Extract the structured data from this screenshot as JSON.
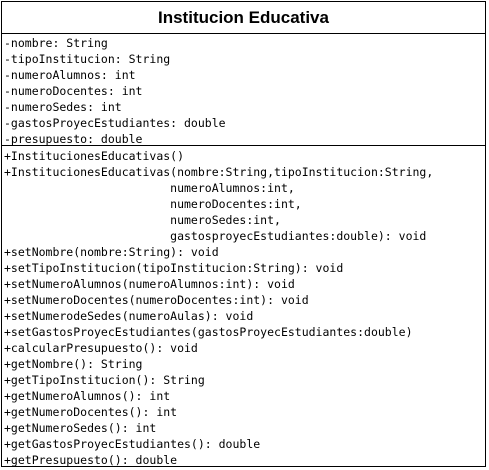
{
  "class_name": "Institucion Educativa",
  "attributes": [
    "-nombre: String",
    "-tipoInstitucion: String",
    "-numeroAlumnos: int",
    "-numeroDocentes: int",
    "-numeroSedes: int",
    "-gastosProyecEstudiantes: double",
    "-presupuesto: double"
  ],
  "operations": [
    "+InstitucionesEducativas()",
    "+InstitucionesEducativas(nombre:String,tipoInstitucion:String,",
    "                        numeroAlumnos:int,",
    "                        numeroDocentes:int,",
    "                        numeroSedes:int,",
    "                        gastosproyecEstudiantes:double): void",
    "+setNombre(nombre:String): void",
    "+setTipoInstitucion(tipoInstitucion:String): void",
    "+setNumeroAlumnos(numeroAlumnos:int): void",
    "+setNumeroDocentes(numeroDocentes:int): void",
    "+setNumerodeSedes(numeroAulas): void",
    "+setGastosProyecEstudiantes(gastosProyecEstudiantes:double)",
    "+calcularPresupuesto(): void",
    "+getNombre(): String",
    "+getTipoInstitucion(): String",
    "+getNumeroAlumnos(): int",
    "+getNumeroDocentes(): int",
    "+getNumeroSedes(): int",
    "+getGastosProyecEstudiantes(): double",
    "+getPresupuesto(): double"
  ]
}
